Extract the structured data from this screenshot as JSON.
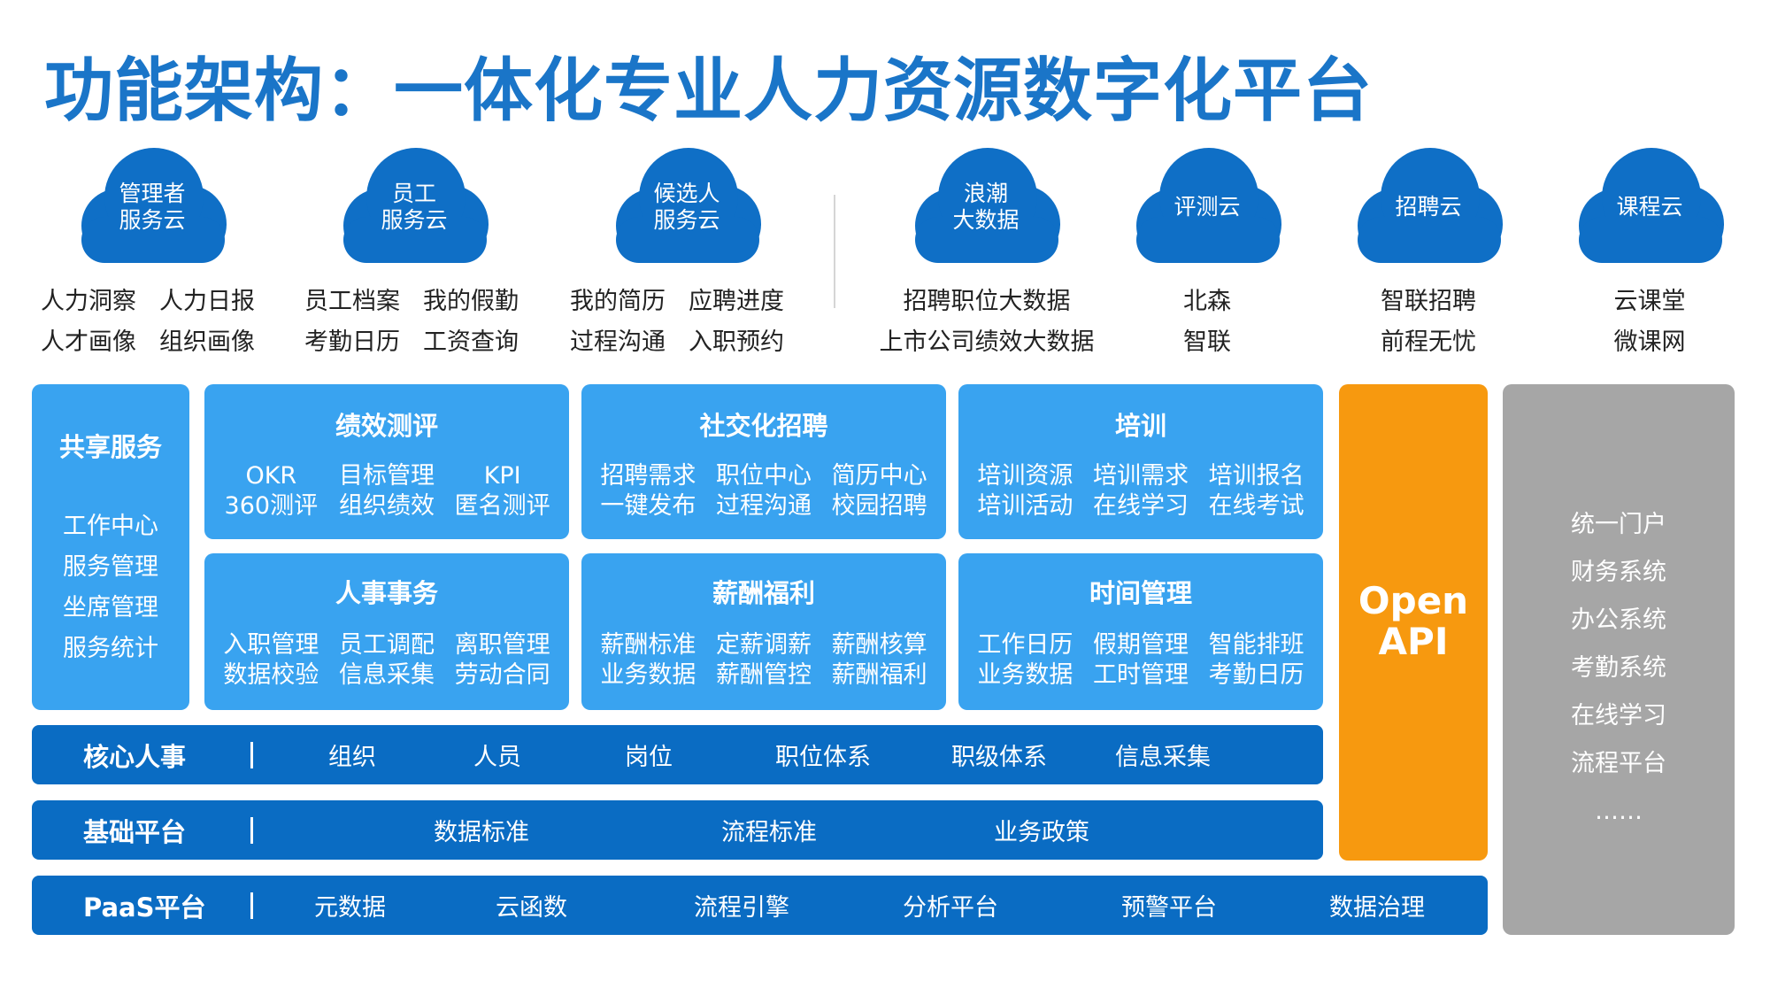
{
  "title": "功能架构：一体化专业人力资源数字化平台",
  "clouds": [
    {
      "lines": [
        "管理者",
        "服务云"
      ],
      "items": [
        "人力洞察",
        "人力日报",
        "人才画像",
        "组织画像"
      ]
    },
    {
      "lines": [
        "员工",
        "服务云"
      ],
      "items": [
        "员工档案",
        "我的假勤",
        "考勤日历",
        "工资查询"
      ]
    },
    {
      "lines": [
        "候选人",
        "服务云"
      ],
      "items": [
        "我的简历",
        "应聘进度",
        "过程沟通",
        "入职预约"
      ]
    },
    {
      "lines": [
        "浪潮",
        "大数据"
      ],
      "items": [
        "招聘职位大数据",
        "上市公司绩效大数据"
      ]
    },
    {
      "lines": [
        "评测云"
      ],
      "items": [
        "北森",
        "智联"
      ]
    },
    {
      "lines": [
        "招聘云"
      ],
      "items": [
        "智联招聘",
        "前程无忧"
      ]
    },
    {
      "lines": [
        "课程云"
      ],
      "items": [
        "云课堂",
        "微课网"
      ]
    }
  ],
  "shared_service": {
    "title": "共享服务",
    "items": [
      "工作中心",
      "服务管理",
      "坐席管理",
      "服务统计"
    ]
  },
  "modules": [
    {
      "title": "绩效测评",
      "items": [
        "OKR",
        "目标管理",
        "KPI",
        "360测评",
        "组织绩效",
        "匿名测评"
      ]
    },
    {
      "title": "社交化招聘",
      "items": [
        "招聘需求",
        "职位中心",
        "简历中心",
        "一键发布",
        "过程沟通",
        "校园招聘"
      ]
    },
    {
      "title": "培训",
      "items": [
        "培训资源",
        "培训需求",
        "培训报名",
        "培训活动",
        "在线学习",
        "在线考试"
      ]
    },
    {
      "title": "人事事务",
      "items": [
        "入职管理",
        "员工调配",
        "离职管理",
        "数据校验",
        "信息采集",
        "劳动合同"
      ]
    },
    {
      "title": "薪酬福利",
      "items": [
        "薪酬标准",
        "定薪调薪",
        "薪酬核算",
        "业务数据",
        "薪酬管控",
        "薪酬福利"
      ]
    },
    {
      "title": "时间管理",
      "items": [
        "工作日历",
        "假期管理",
        "智能排班",
        "业务数据",
        "工时管理",
        "考勤日历"
      ]
    }
  ],
  "bars": [
    {
      "label": "核心人事",
      "items": [
        "组织",
        "人员",
        "岗位",
        "职位体系",
        "职级体系",
        "信息采集"
      ]
    },
    {
      "label": "基础平台",
      "items": [
        "数据标准",
        "流程标准",
        "业务政策"
      ]
    },
    {
      "label": "PaaS平台",
      "items": [
        "元数据",
        "云函数",
        "流程引擎",
        "分析平台",
        "预警平台",
        "数据治理"
      ]
    }
  ],
  "open_api": {
    "line1": "Open",
    "line2": "API"
  },
  "integration": {
    "items": [
      "统一门户",
      "财务系统",
      "办公系统",
      "考勤系统",
      "在线学习",
      "流程平台",
      "……"
    ]
  },
  "colors": {
    "title": "#1a75c8",
    "cloud": "#0f6fc6",
    "module_panel": "#39a3f0",
    "bar": "#0a6cc3",
    "open_api": "#f7990f",
    "integration_panel": "#a6a6a6"
  }
}
